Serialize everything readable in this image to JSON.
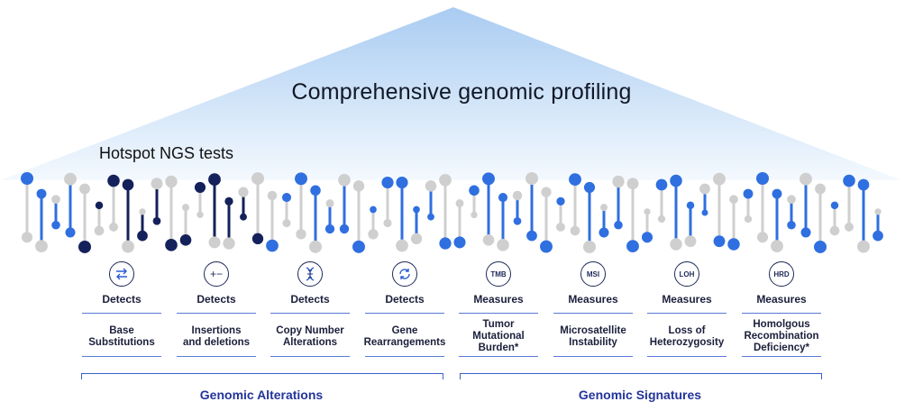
{
  "title": "Comprehensive genomic profiling",
  "hotspot_label": "Hotspot NGS tests",
  "columns": [
    {
      "icon": "swap-arrows-icon",
      "icon_text": "",
      "verb": "Detects",
      "label": "Base\nSubstitutions"
    },
    {
      "icon": "plus-minus-icon",
      "icon_text": "+−",
      "verb": "Detects",
      "label": "Insertions\nand deletions"
    },
    {
      "icon": "dna-icon",
      "icon_text": "",
      "verb": "Detects",
      "label": "Copy Number\nAlterations"
    },
    {
      "icon": "refresh-icon",
      "icon_text": "",
      "verb": "Detects",
      "label": "Gene\nRearrangements"
    },
    {
      "icon": "tmb-icon",
      "icon_text": "TMB",
      "verb": "Measures",
      "label": "Tumor\nMutational\nBurden*"
    },
    {
      "icon": "msi-icon",
      "icon_text": "MSI",
      "verb": "Measures",
      "label": "Microsatellite\nInstability"
    },
    {
      "icon": "loh-icon",
      "icon_text": "LOH",
      "verb": "Measures",
      "label": "Loss of\nHeterozygosity"
    },
    {
      "icon": "hrd-icon",
      "icon_text": "HRD",
      "verb": "Measures",
      "label": "Homolgous\nRecombination\nDeficiency*"
    }
  ],
  "groups": [
    {
      "label": "Genomic Alterations"
    },
    {
      "label": "Genomic Signatures"
    }
  ],
  "colors": {
    "blue": "#2f6fe0",
    "navy": "#14215a",
    "grey": "#cfcfcf",
    "sky": "#bcd8f5"
  }
}
